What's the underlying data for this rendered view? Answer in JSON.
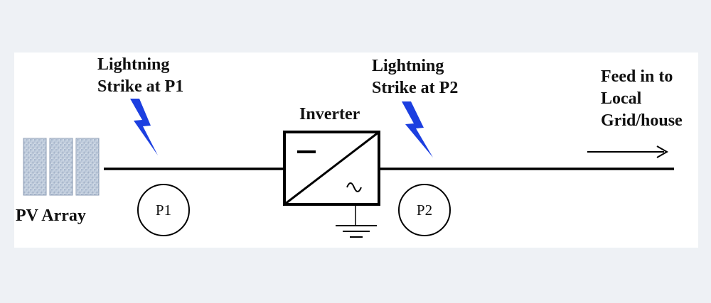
{
  "labels": {
    "lightning_p1_line1": "Lightning",
    "lightning_p1_line2": "Strike at P1",
    "lightning_p2_line1": "Lightning",
    "lightning_p2_line2": "Strike at P2",
    "inverter": "Inverter",
    "pv_array": "PV Array",
    "feed_line1": "Feed in to",
    "feed_line2": "Local",
    "feed_line3": "Grid/house",
    "p1": "P1",
    "p2": "P2"
  },
  "colors": {
    "lightning": "#1c3fe0",
    "line": "#000000",
    "panel_background": "#ffffff",
    "page_background": "#eef1f5"
  },
  "icons": {
    "pv_array": "solar-panel-icon",
    "lightning": "lightning-bolt-icon",
    "inverter": "dc-ac-inverter-icon",
    "ground": "ground-symbol-icon",
    "arrow": "arrow-right-icon"
  }
}
